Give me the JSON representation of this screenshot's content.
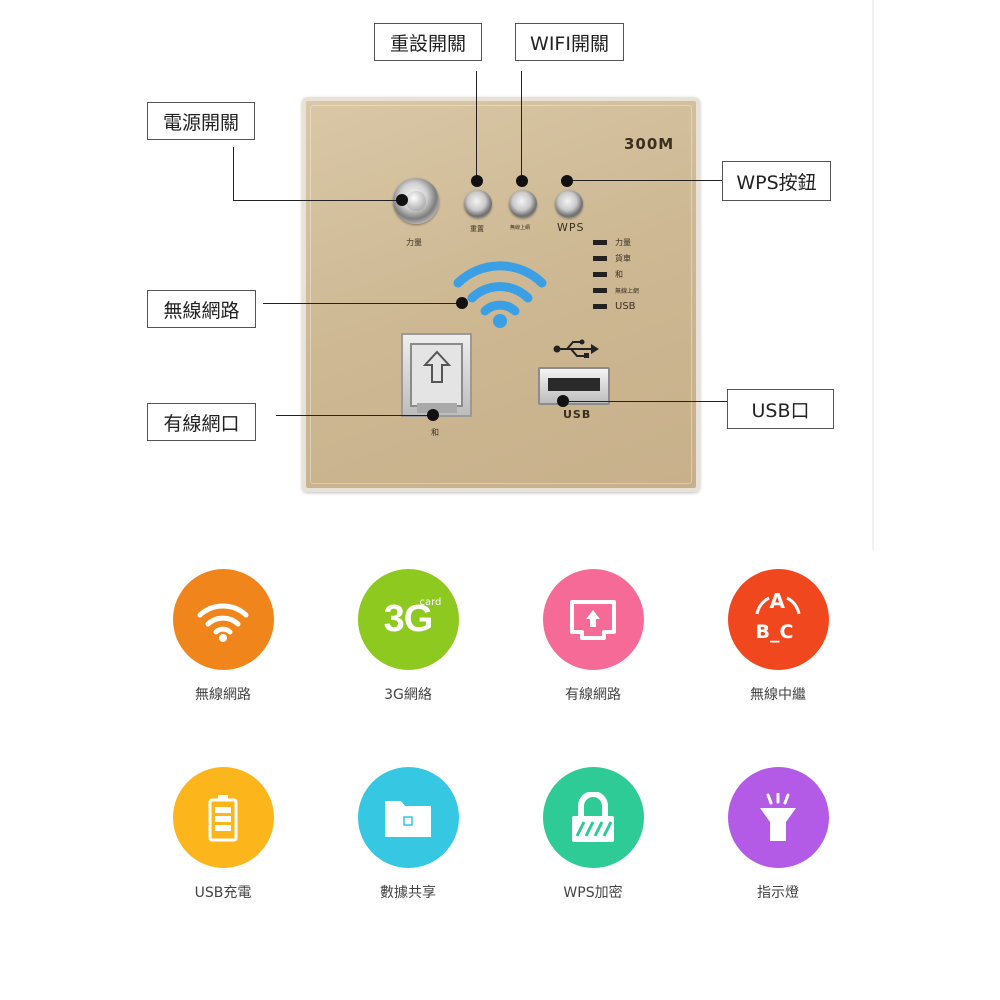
{
  "callouts": {
    "reset": "重設開關",
    "wifi": "WIFI開關",
    "power": "電源開關",
    "wps": "WPS按鈕",
    "wireless": "無線網路",
    "wired": "有線網口",
    "usb": "USB口"
  },
  "panel": {
    "model": "300M",
    "power_label": "力量",
    "reset_label": "重置",
    "wifi_label": "無線上網",
    "wps_label": "WPS",
    "leds": [
      "力量",
      "貨車",
      "和",
      "無線上網",
      "USB"
    ],
    "rj45_label": "和",
    "usb_label": "USB",
    "color": "#cdb893"
  },
  "features": [
    {
      "label": "無線網路",
      "icon": "wifi-icon",
      "color": "#f0851b"
    },
    {
      "label": "3G網絡",
      "icon": "3g-card-icon",
      "color": "#8dc91e",
      "icon_text_big": "3G",
      "icon_text_small": "card"
    },
    {
      "label": "有線網路",
      "icon": "ethernet-port-icon",
      "color": "#f56a96"
    },
    {
      "label": "無線中繼",
      "icon": "repeater-abc-icon",
      "color": "#f0471f",
      "icon_text_top": "A",
      "icon_text_bottom": "B_C"
    },
    {
      "label": "USB充電",
      "icon": "battery-icon",
      "color": "#fcb61c"
    },
    {
      "label": "數據共享",
      "icon": "folder-icon",
      "color": "#36c7e2"
    },
    {
      "label": "WPS加密",
      "icon": "lock-icon",
      "color": "#2ecb97"
    },
    {
      "label": "指示燈",
      "icon": "flashlight-icon",
      "color": "#b35ae6"
    }
  ]
}
